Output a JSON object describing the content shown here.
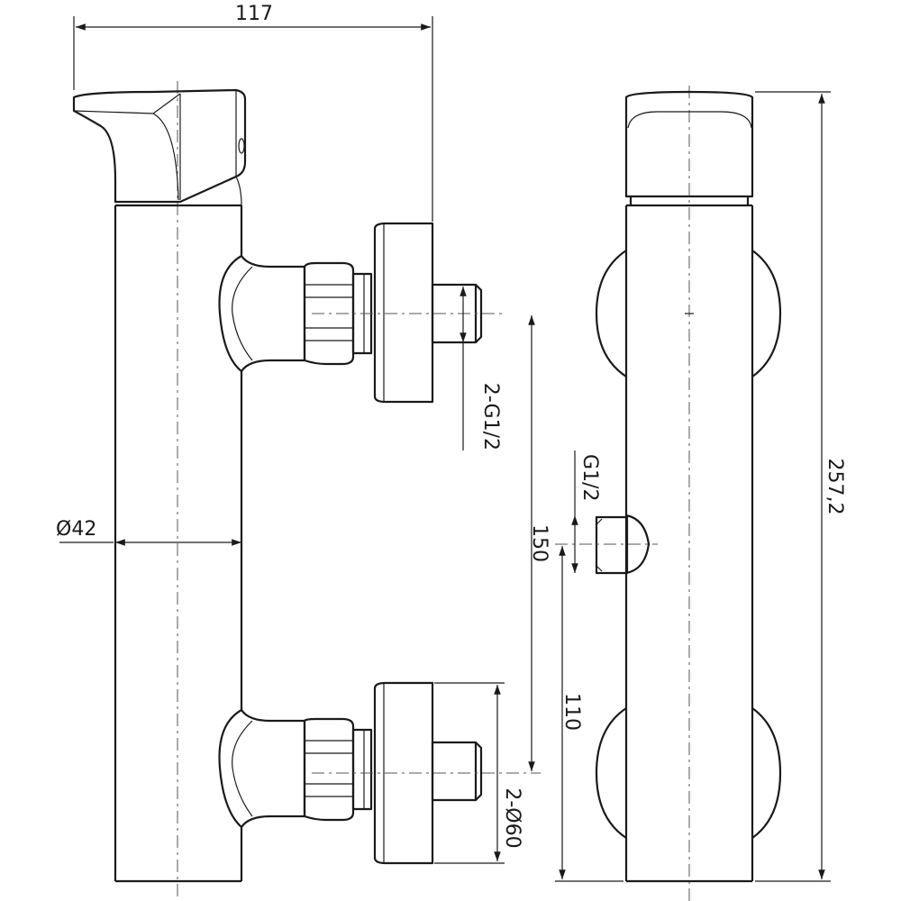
{
  "dimensions": {
    "total_width": "117",
    "pipe_diameter": "Ø42",
    "inlet_thread": "2-G1/2",
    "inlet_spacing": "150",
    "outlet_thread": "G1/2",
    "outlet_height": "110",
    "total_height": "257,2",
    "cover_diameter": "2-Ø60"
  }
}
